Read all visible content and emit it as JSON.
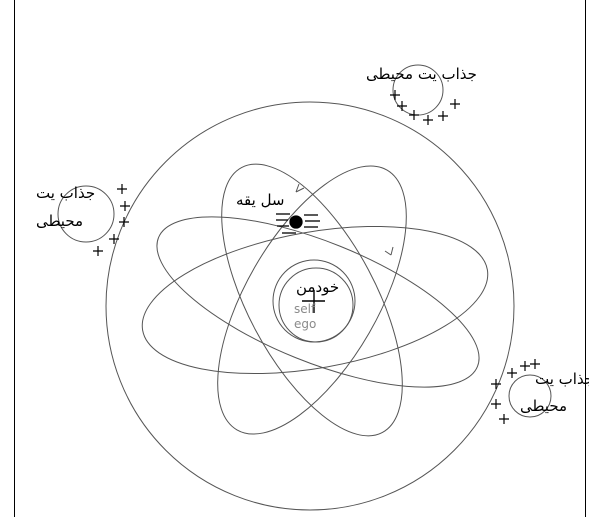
{
  "diagram": {
    "labels": {
      "top_right_line1": "جذاب  یت  محیطی",
      "left_line1": "جذاب  یت",
      "left_line2": "محیطی",
      "right_line1": "جذاب  یت",
      "right_line2": "محیطی",
      "particle": "سل یقه",
      "nucleus": "خودمن",
      "self": "self",
      "ego": "ego"
    }
  }
}
